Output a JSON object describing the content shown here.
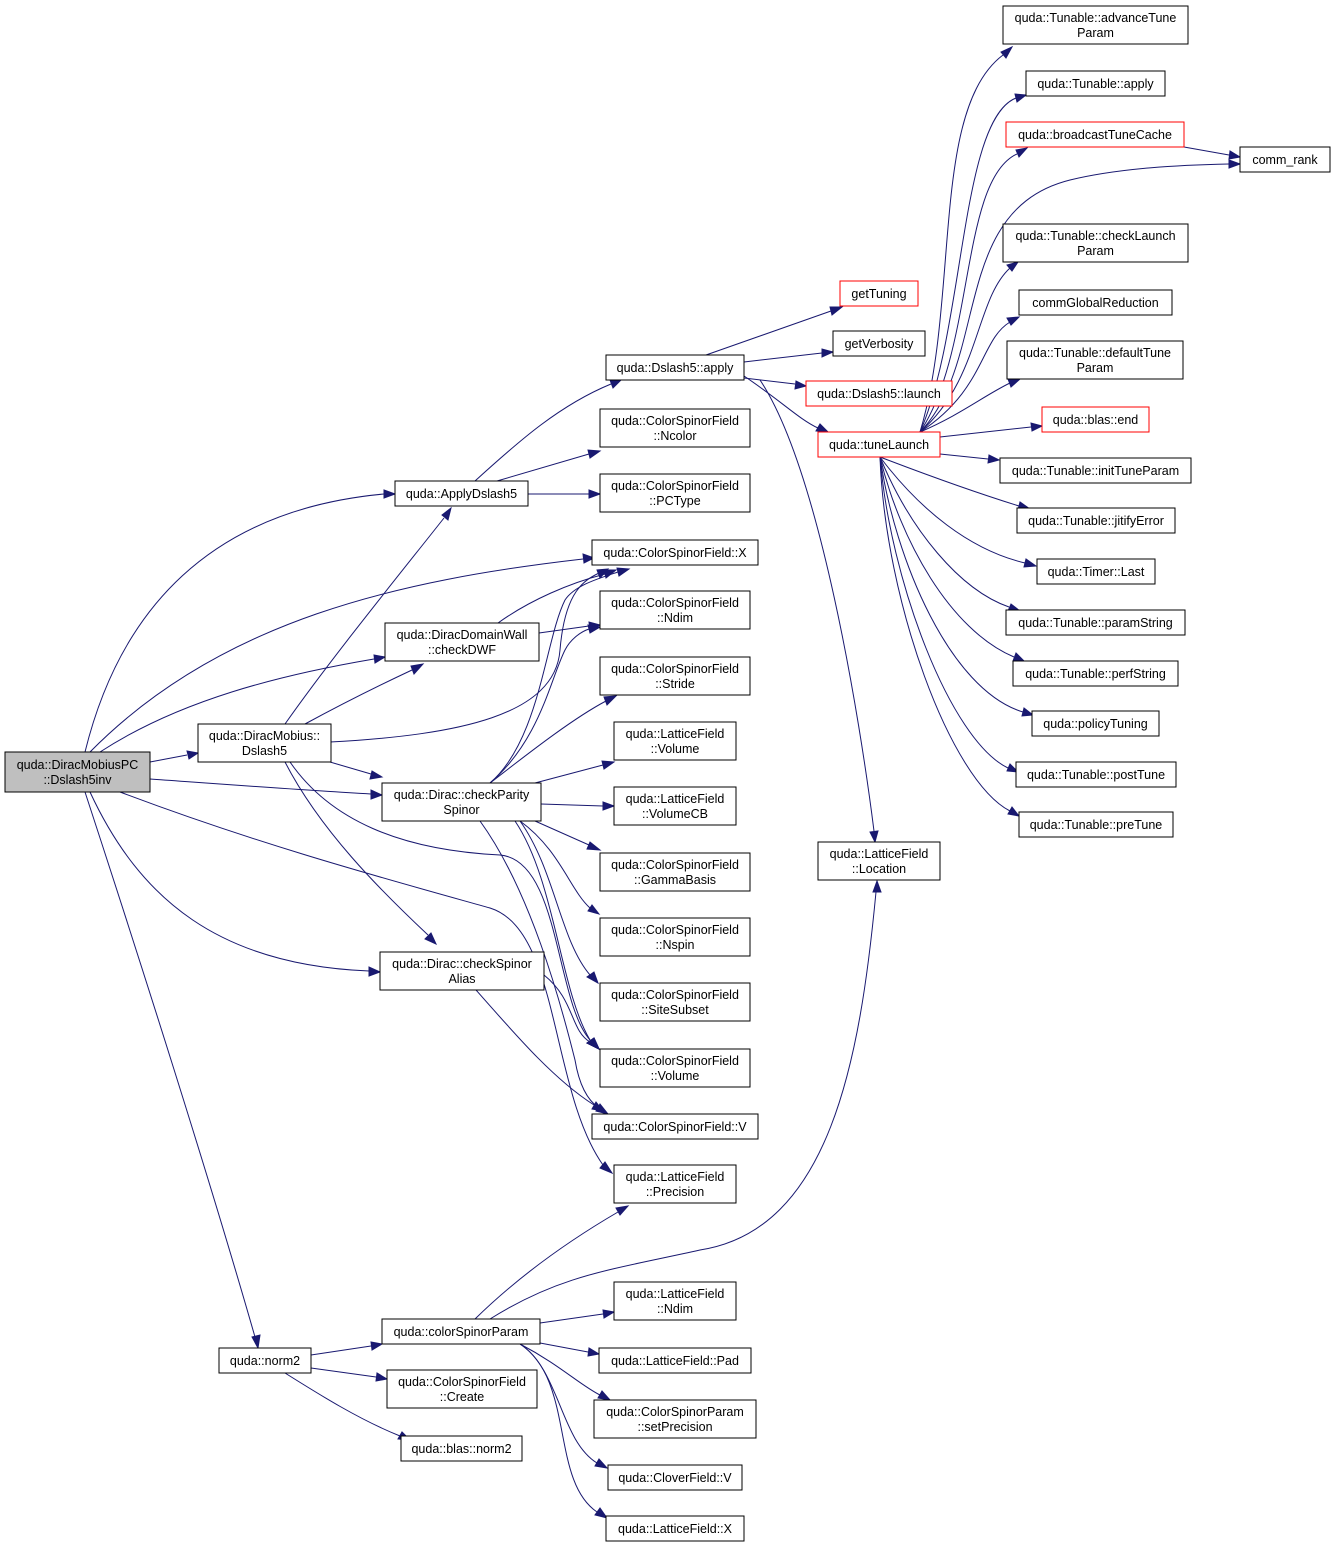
{
  "nodes": [
    {
      "id": "root",
      "lines": [
        "quda::DiracMobiusPC",
        "::Dslash5inv"
      ],
      "style": "root"
    },
    {
      "id": "ApplyDslash5",
      "lines": [
        "quda::ApplyDslash5"
      ]
    },
    {
      "id": "checkDWF",
      "lines": [
        "quda::DiracDomainWall",
        "::checkDWF"
      ]
    },
    {
      "id": "MobDslash5",
      "lines": [
        "quda::DiracMobius::",
        "Dslash5"
      ]
    },
    {
      "id": "checkParity",
      "lines": [
        "quda::Dirac::checkParity",
        "Spinor"
      ]
    },
    {
      "id": "checkAlias",
      "lines": [
        "quda::Dirac::checkSpinor",
        "Alias"
      ]
    },
    {
      "id": "norm2",
      "lines": [
        "quda::norm2"
      ]
    },
    {
      "id": "d5apply",
      "lines": [
        "quda::Dslash5::apply"
      ]
    },
    {
      "id": "csfNcolor",
      "lines": [
        "quda::ColorSpinorField",
        "::Ncolor"
      ]
    },
    {
      "id": "csfPCType",
      "lines": [
        "quda::ColorSpinorField",
        "::PCType"
      ]
    },
    {
      "id": "csfX",
      "lines": [
        "quda::ColorSpinorField::X"
      ]
    },
    {
      "id": "csfNdim",
      "lines": [
        "quda::ColorSpinorField",
        "::Ndim"
      ]
    },
    {
      "id": "csfStride",
      "lines": [
        "quda::ColorSpinorField",
        "::Stride"
      ]
    },
    {
      "id": "lfVolume",
      "lines": [
        "quda::LatticeField",
        "::Volume"
      ]
    },
    {
      "id": "lfVolumeCB",
      "lines": [
        "quda::LatticeField",
        "::VolumeCB"
      ]
    },
    {
      "id": "csfGamma",
      "lines": [
        "quda::ColorSpinorField",
        "::GammaBasis"
      ]
    },
    {
      "id": "csfNspin",
      "lines": [
        "quda::ColorSpinorField",
        "::Nspin"
      ]
    },
    {
      "id": "csfSite",
      "lines": [
        "quda::ColorSpinorField",
        "::SiteSubset"
      ]
    },
    {
      "id": "csfVolume",
      "lines": [
        "quda::ColorSpinorField",
        "::Volume"
      ]
    },
    {
      "id": "csfV",
      "lines": [
        "quda::ColorSpinorField::V"
      ]
    },
    {
      "id": "lfPrecision",
      "lines": [
        "quda::LatticeField",
        "::Precision"
      ]
    },
    {
      "id": "colorSpinorParam",
      "lines": [
        "quda::colorSpinorParam"
      ]
    },
    {
      "id": "csfCreate",
      "lines": [
        "quda::ColorSpinorField",
        "::Create"
      ]
    },
    {
      "id": "blasNorm2",
      "lines": [
        "quda::blas::norm2"
      ]
    },
    {
      "id": "lfNdim",
      "lines": [
        "quda::LatticeField",
        "::Ndim"
      ]
    },
    {
      "id": "lfPad",
      "lines": [
        "quda::LatticeField::Pad"
      ]
    },
    {
      "id": "setPrec",
      "lines": [
        "quda::ColorSpinorParam",
        "::setPrecision"
      ]
    },
    {
      "id": "cloverV",
      "lines": [
        "quda::CloverField::V"
      ]
    },
    {
      "id": "lfX",
      "lines": [
        "quda::LatticeField::X"
      ]
    },
    {
      "id": "getTuning",
      "lines": [
        "getTuning"
      ],
      "style": "red"
    },
    {
      "id": "getVerbosity",
      "lines": [
        "getVerbosity"
      ]
    },
    {
      "id": "d5launch",
      "lines": [
        "quda::Dslash5::launch"
      ],
      "style": "red"
    },
    {
      "id": "tuneLaunch",
      "lines": [
        "quda::tuneLaunch"
      ],
      "style": "red"
    },
    {
      "id": "lfLocation",
      "lines": [
        "quda::LatticeField",
        "::Location"
      ]
    },
    {
      "id": "advanceTune",
      "lines": [
        "quda::Tunable::advanceTune",
        "Param"
      ]
    },
    {
      "id": "tunApply",
      "lines": [
        "quda::Tunable::apply"
      ]
    },
    {
      "id": "bcastTune",
      "lines": [
        "quda::broadcastTuneCache"
      ],
      "style": "red"
    },
    {
      "id": "commRank",
      "lines": [
        "comm_rank"
      ]
    },
    {
      "id": "checkLaunch",
      "lines": [
        "quda::Tunable::checkLaunch",
        "Param"
      ]
    },
    {
      "id": "commGlobal",
      "lines": [
        "commGlobalReduction"
      ]
    },
    {
      "id": "defaultTune",
      "lines": [
        "quda::Tunable::defaultTune",
        "Param"
      ]
    },
    {
      "id": "blasEnd",
      "lines": [
        "quda::blas::end"
      ],
      "style": "red"
    },
    {
      "id": "initTune",
      "lines": [
        "quda::Tunable::initTuneParam"
      ]
    },
    {
      "id": "jitify",
      "lines": [
        "quda::Tunable::jitifyError"
      ]
    },
    {
      "id": "timerLast",
      "lines": [
        "quda::Timer::Last"
      ]
    },
    {
      "id": "paramString",
      "lines": [
        "quda::Tunable::paramString"
      ]
    },
    {
      "id": "perfString",
      "lines": [
        "quda::Tunable::perfString"
      ]
    },
    {
      "id": "policyTuning",
      "lines": [
        "quda::policyTuning"
      ]
    },
    {
      "id": "postTune",
      "lines": [
        "quda::Tunable::postTune"
      ]
    },
    {
      "id": "preTune",
      "lines": [
        "quda::Tunable::preTune"
      ]
    }
  ]
}
